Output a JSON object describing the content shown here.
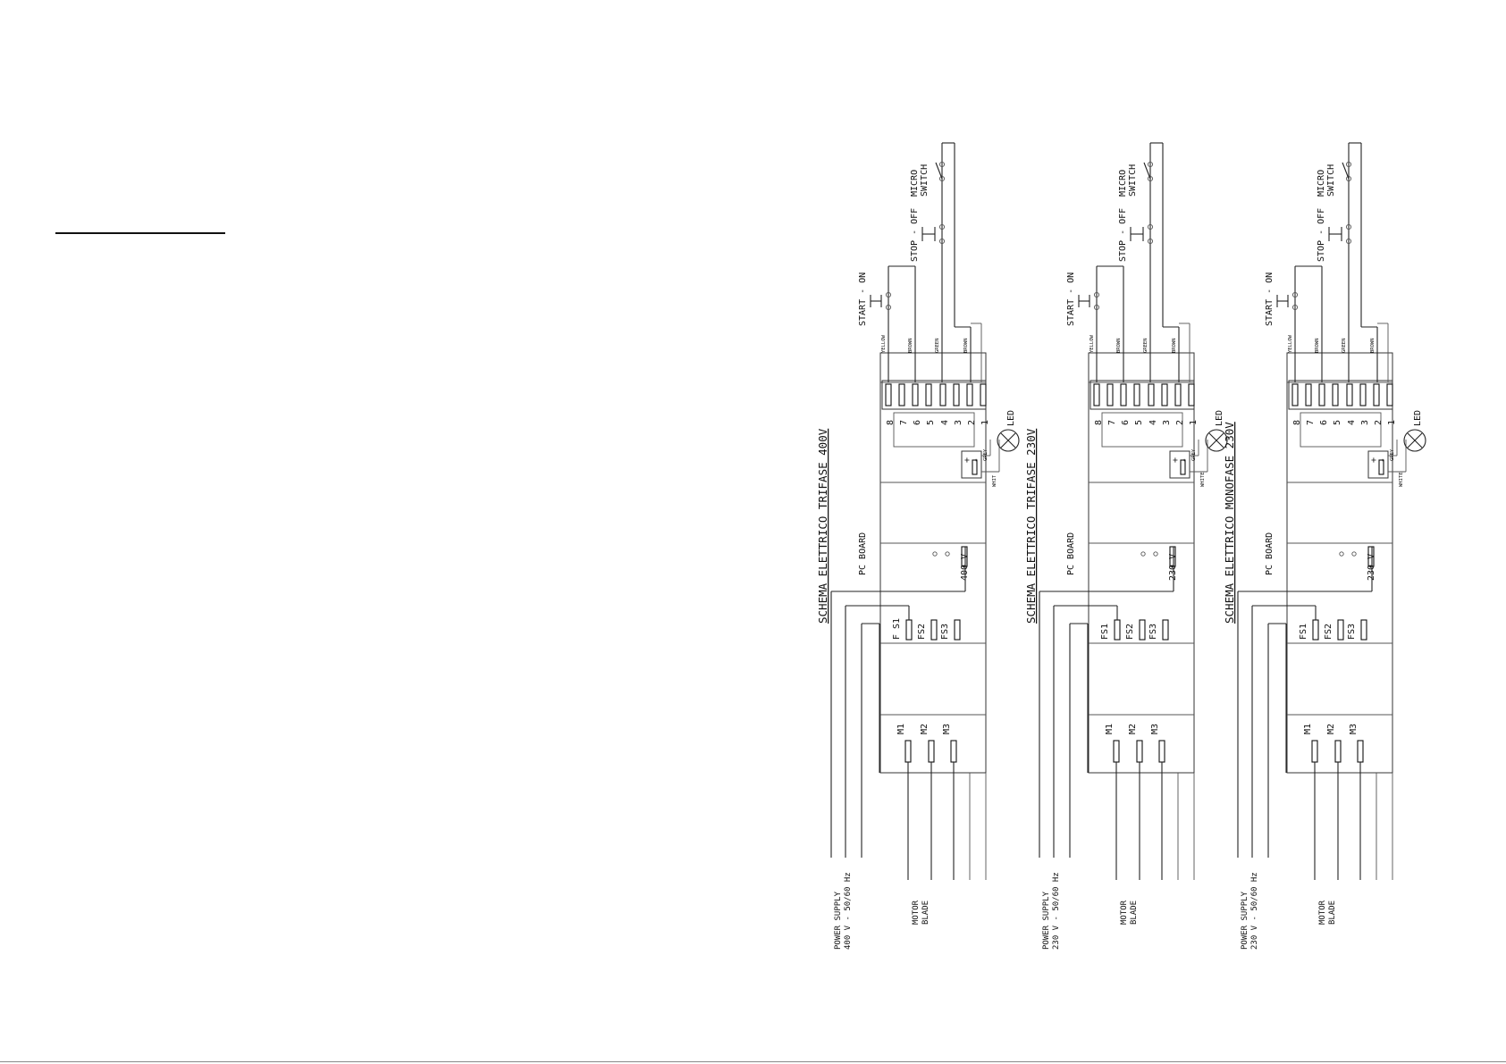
{
  "schemas": [
    {
      "title": "SCHEMA ELETTRICO TRIFASE 400V",
      "board_label": "PC BOARD",
      "voltage_jumper": "400 V",
      "fuses": [
        "F S1",
        "FS2",
        "FS3"
      ],
      "motor_pins": [
        "M1",
        "M2",
        "M3"
      ],
      "terminal_numbers": [
        "8",
        "7",
        "6",
        "5",
        "4",
        "3",
        "2",
        "1"
      ],
      "wire_colors": [
        "YELLOW",
        "BROWN",
        "GREEN",
        "BROWN"
      ],
      "led_wires": [
        "GREY",
        "WHIT"
      ],
      "led_polarity": [
        "+",
        "-"
      ],
      "start_label": "START - ON",
      "stop_label": "STOP - OFF",
      "micro_label": [
        "MICRO",
        "SWITCH"
      ],
      "led_label": "LED",
      "power_label": [
        "POWER SUPPLY",
        "400 V - 50/60 Hz"
      ],
      "motor_label": [
        "MOTOR",
        "BLADE"
      ]
    },
    {
      "title": "SCHEMA ELETTRICO TRIFASE 230V",
      "board_label": "PC BOARD",
      "voltage_jumper": "230 V",
      "fuses": [
        "FS1",
        "FS2",
        "FS3"
      ],
      "motor_pins": [
        "M1",
        "M2",
        "M3"
      ],
      "terminal_numbers": [
        "8",
        "7",
        "6",
        "5",
        "4",
        "3",
        "2",
        "1"
      ],
      "wire_colors": [
        "YELLOW",
        "BROWN",
        "GREEN",
        "BROWN"
      ],
      "led_wires": [
        "GREY",
        "WHITE"
      ],
      "led_polarity": [
        "+",
        "-"
      ],
      "start_label": "START - ON",
      "stop_label": "STOP - OFF",
      "micro_label": [
        "MICRO",
        "SWITCH"
      ],
      "led_label": "LED",
      "power_label": [
        "POWER SUPPLY",
        "230 V - 50/60 Hz"
      ],
      "motor_label": [
        "MOTOR",
        "BLADE"
      ]
    },
    {
      "title": "SCHEMA ELETTRICO MONOFASE 230V",
      "board_label": "PC BOARD",
      "voltage_jumper": "230 V",
      "fuses": [
        "FS1",
        "FS2",
        "FS3"
      ],
      "motor_pins": [
        "M1",
        "M2",
        "M3"
      ],
      "terminal_numbers": [
        "8",
        "7",
        "6",
        "5",
        "4",
        "3",
        "2",
        "1"
      ],
      "wire_colors": [
        "YELLOW",
        "BROWN",
        "GREEN",
        "BROWN"
      ],
      "led_wires": [
        "GREY",
        "WHITE"
      ],
      "led_polarity": [
        "+",
        "-"
      ],
      "start_label": "START - ON",
      "stop_label": "STOP - OFF",
      "micro_label": [
        "MICRO",
        "SWITCH"
      ],
      "led_label": "LED",
      "power_label": [
        "POWER SUPPLY",
        "230 V - 50/60 Hz"
      ],
      "motor_label": [
        "MOTOR",
        "BLADE"
      ]
    }
  ]
}
